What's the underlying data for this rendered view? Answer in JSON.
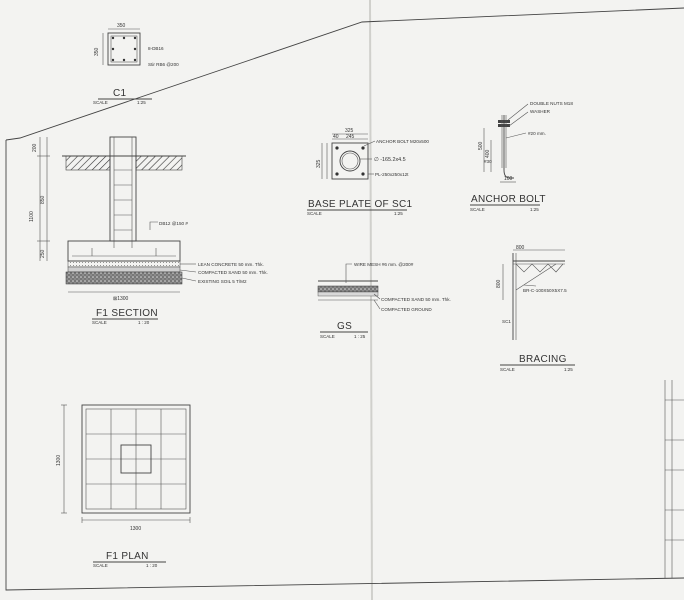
{
  "sheet": {
    "paper_color": "#f2f2f0",
    "line_color": "#444444"
  },
  "c1": {
    "dim_w": "350",
    "dim_h": "350",
    "rebar": "8-DB16",
    "stirrup": "Stir RB6 @200",
    "title": "C1",
    "scale_label": "SCALE",
    "scale_value": "1:25"
  },
  "f1_section": {
    "dim_200": "200",
    "dim_1100": "1100",
    "dim_850": "850",
    "dim_250": "250",
    "dowel": "DB12 @150 #",
    "lean": "LEAN CONCRETE 50 mm. Thk.",
    "sand": "COMPACTED SAND 50 mm. Thk.",
    "soil": "EXISTING  SOIL 5 T/M2",
    "width": "⊠1300",
    "title": "F1 SECTION",
    "scale_label": "SCALE",
    "scale_value": "1 : 20"
  },
  "base_plate": {
    "dim_325": "325",
    "dim_40": "40",
    "dim_245": "245",
    "dim_325v": "325",
    "bolt": "ANCHOR BOLT M20x500",
    "pipe": "∅ -165.2x4.5",
    "plate": "PL-250x250x12t",
    "title": "BASE PLATE OF SC1",
    "scale_label": "SCALE",
    "scale_value": "1:25"
  },
  "anchor_bolt": {
    "nuts": "DOUBLE NUTS M18",
    "washer": "WASHER",
    "dia": "#20 mm.",
    "dim_500": "500",
    "dim_400": "400",
    "dim_30": "#30",
    "dim_100": "100",
    "title": "ANCHOR BOLT",
    "scale_label": "SCALE",
    "scale_value": "1:25"
  },
  "gs": {
    "mesh": "WIRE MESH #6 mm. @200#",
    "sand": "COMPACTED SAND 50 mm. Thk.",
    "ground": "COMPACTED GROUND",
    "title": "GS",
    "scale_label": "SCALE",
    "scale_value": "1 : 25"
  },
  "bracing": {
    "dim_800": "800",
    "dim_800v": "800",
    "member": "BR-C-100X50X5X7.5",
    "sc1": "SC1",
    "title": "BRACING",
    "scale_label": "SCALE",
    "scale_value": "1:25"
  },
  "f1_plan": {
    "dim_1300": "1300",
    "dim_1300v": "1300",
    "title": "F1 PLAN",
    "scale_label": "SCALE",
    "scale_value": "1 : 20"
  }
}
